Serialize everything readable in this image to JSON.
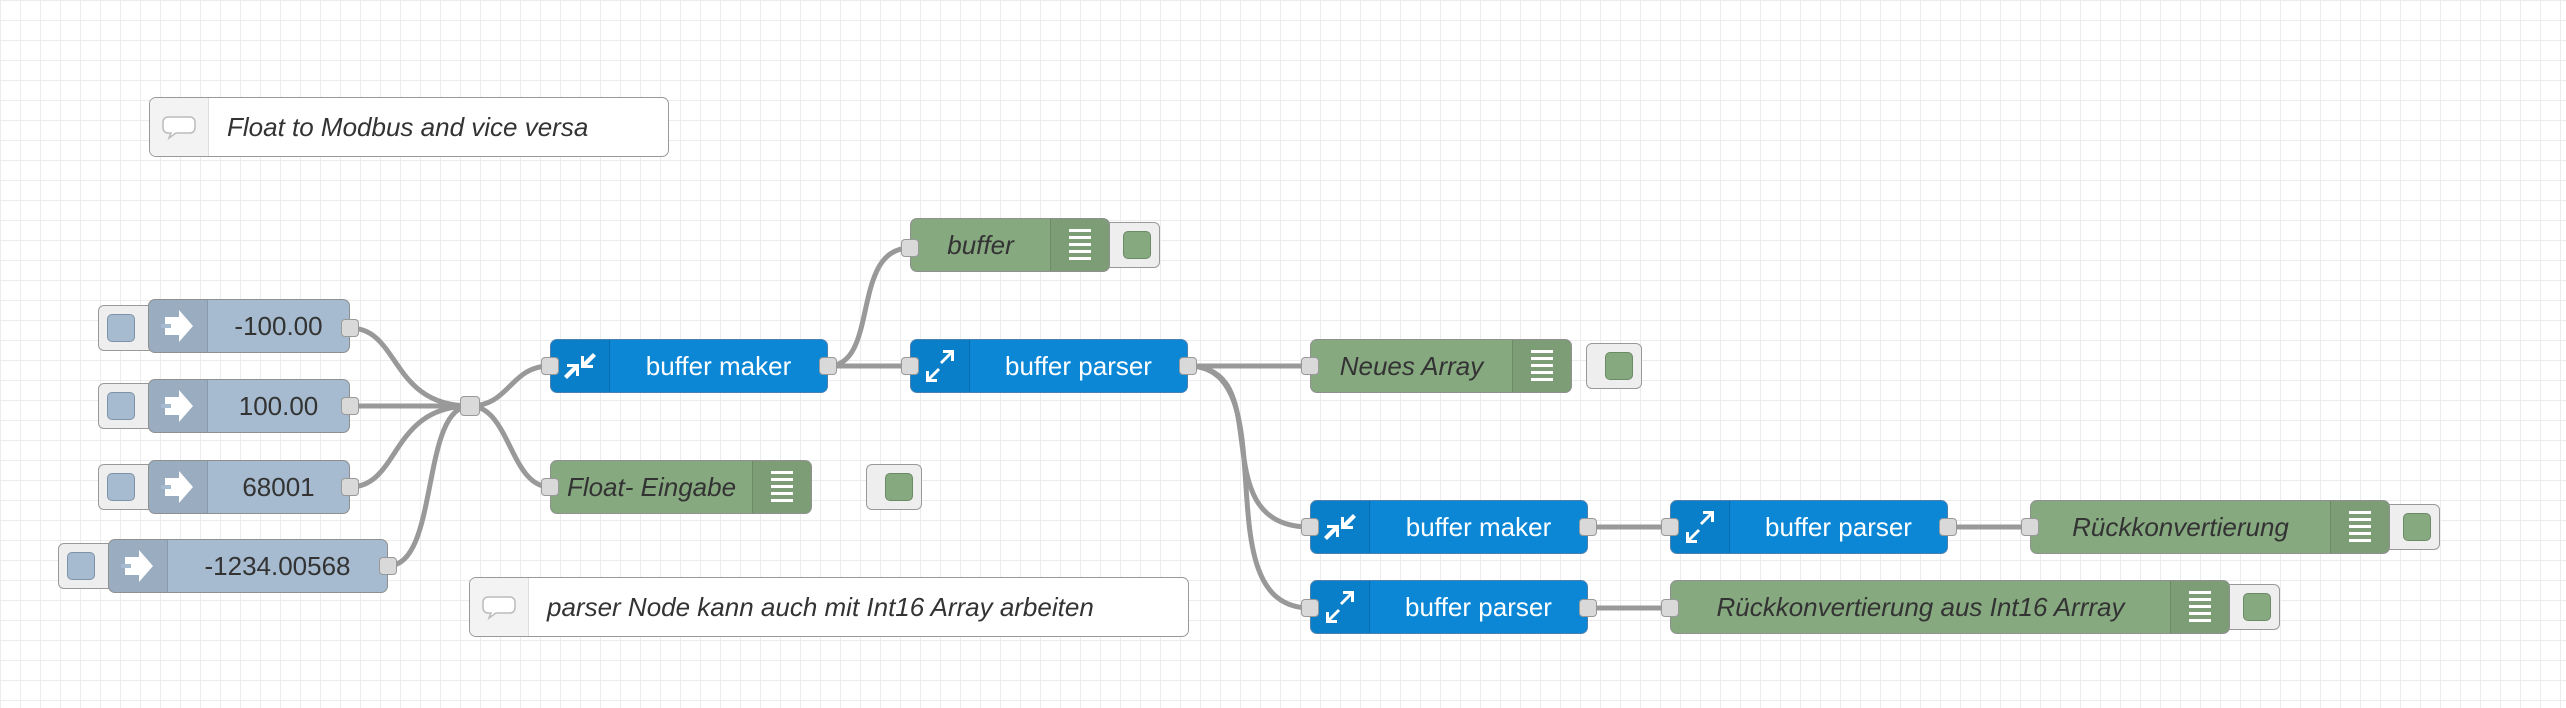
{
  "comments": {
    "title": "Float to Modbus and vice versa",
    "parser_note": "parser Node kann auch mit Int16 Array arbeiten"
  },
  "inject_nodes": [
    {
      "label": "-100.00"
    },
    {
      "label": "100.00"
    },
    {
      "label": "68001"
    },
    {
      "label": "-1234.00568"
    }
  ],
  "buffer_nodes": {
    "maker_1": "buffer maker",
    "parser_1": "buffer parser",
    "maker_2": "buffer maker",
    "parser_2": "buffer parser",
    "parser_3": "buffer parser"
  },
  "debug_nodes": {
    "buffer": "buffer",
    "float_input": "Float- Eingabe",
    "new_array": "Neues Array",
    "reconversion": "Rückkonvertierung",
    "reconversion_int16": "Rückkonvertierung aus Int16 Arrray"
  },
  "icons": {
    "inject": "arrow-in-icon",
    "buffer_maker": "compress-arrows-icon",
    "buffer_parser": "expand-arrows-icon",
    "debug": "list-icon",
    "comment": "speech-bubble-icon"
  },
  "colors": {
    "inject": "#a6bbcf",
    "buffer": "#0b87d6",
    "debug": "#87a980",
    "wire": "#999999",
    "grid": "#ececec"
  }
}
